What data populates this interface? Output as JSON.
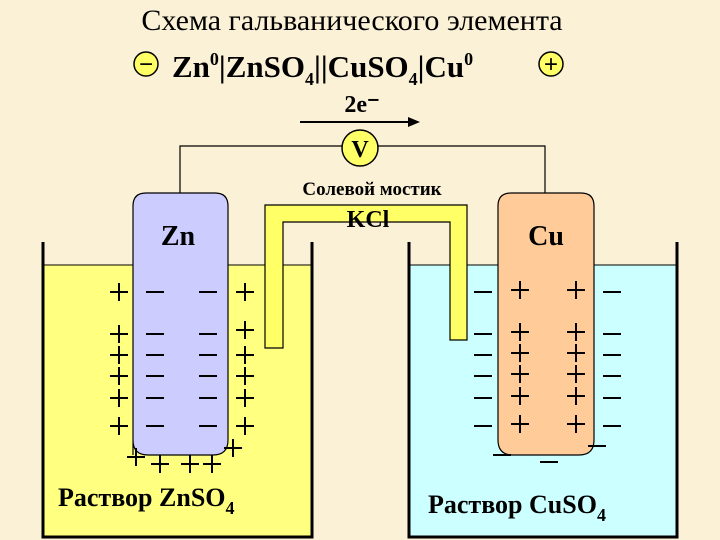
{
  "title": "Схема гальванического элемента",
  "scheme": {
    "anode_sign": "−",
    "cathode_sign": "+",
    "parts": [
      "Zn",
      "0",
      "|ZnSO",
      "4",
      "||CuSO",
      "4",
      "|Cu",
      "0"
    ]
  },
  "electron_flow": "2e⁻",
  "voltmeter": "V",
  "salt_bridge": {
    "label": "Солевой мостик",
    "substance": "KCl"
  },
  "anode": {
    "label": "Zn",
    "solution": "Раствор ZnSO",
    "solution_sub": "4"
  },
  "cathode": {
    "label": "Cu",
    "solution": "Раствор CuSO",
    "solution_sub": "4"
  },
  "colors": {
    "background": "#fbf1d6",
    "zn_solution": "#ffff80",
    "cu_solution": "#ccffff",
    "zn_electrode": "#ccccff",
    "cu_electrode": "#ffcc99",
    "bridge": "#ffff66",
    "voltmeter": "#ffff66"
  }
}
